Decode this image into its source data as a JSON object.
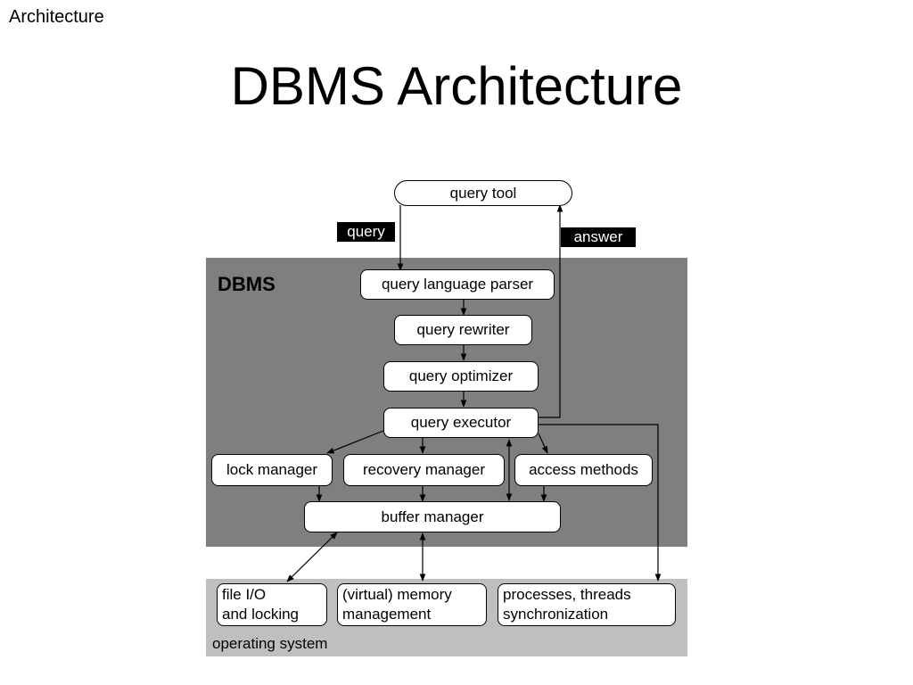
{
  "header": {
    "section": "Architecture"
  },
  "slide": {
    "title": "DBMS Architecture"
  },
  "diagram": {
    "query_tool": "query tool",
    "query_tag": "query",
    "answer_tag": "answer",
    "dbms_label": "DBMS",
    "parser": "query language parser",
    "rewriter": "query rewriter",
    "optimizer": "query optimizer",
    "executor": "query executor",
    "lock_manager": "lock manager",
    "recovery_manager": "recovery manager",
    "access_methods": "access methods",
    "buffer_manager": "buffer manager",
    "os_label": "operating system",
    "file_io": {
      "line1": "file I/O",
      "line2": "and locking"
    },
    "memory": {
      "line1": "(virtual) memory",
      "line2": "management"
    },
    "processes": {
      "line1": "processes, threads",
      "line2": "synchronization"
    }
  }
}
